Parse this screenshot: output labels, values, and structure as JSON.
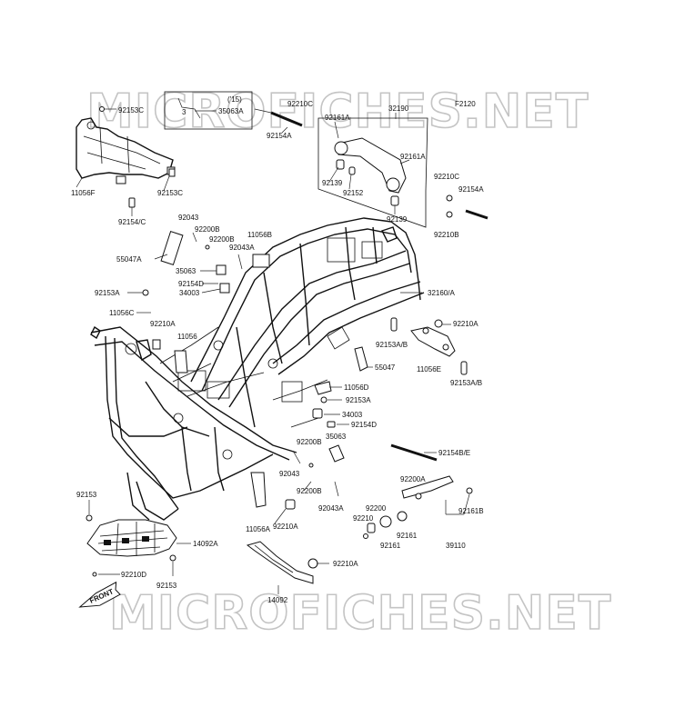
{
  "watermark": {
    "text": "MICROFICHES.NET"
  },
  "figure_code": "F2120",
  "inset": {
    "year": "('15)",
    "part": "35063A",
    "side": "3"
  },
  "part_group_1": "32190",
  "front_label": "FRONT",
  "labels": {
    "l92153C_top": "92153C",
    "l92210C_top": "92210C",
    "l92154A_top": "92154A",
    "l92161A_1": "92161A",
    "l92161A_2": "92161A",
    "l92139_1": "92139",
    "l92152": "92152",
    "l92139_2": "92139",
    "l92210C_r": "92210C",
    "l92154A_r": "92154A",
    "l92210B_r": "92210B",
    "l11056F": "11056F",
    "l92153C_l": "92153C",
    "l92154C": "92154/C",
    "l92043_1": "92043",
    "l92200B_1": "92200B",
    "l92200B_2": "92200B",
    "l11056B": "11056B",
    "l92043A_1": "92043A",
    "l55047A": "55047A",
    "l35063": "35063",
    "l92154D_1": "92154D",
    "l34003_1": "34003",
    "l92153A_l": "92153A",
    "l32160A": "32160/A",
    "l11056C": "11056C",
    "l92210A_1": "92210A",
    "l11056": "11056",
    "l92153AB_1": "92153A/B",
    "l92210A_2": "92210A",
    "l11056E": "11056E",
    "l92153AB_2": "92153A/B",
    "l55047": "55047",
    "l11056D": "11056D",
    "l92153A_m": "92153A",
    "l34003_2": "34003",
    "l92154D_2": "92154D",
    "l92200B_3": "92200B",
    "l35063_2": "35063",
    "l92154BE": "92154B/E",
    "l92043_2": "92043",
    "l92200B_4": "92200B",
    "l92200A": "92200A",
    "l92043A_2": "92043A",
    "l92200": "92200",
    "l92210": "92210",
    "l92161_1": "92161",
    "l92161_2": "92161",
    "l92161B": "92161B",
    "l39110": "39110",
    "l92153_l": "92153",
    "l11056A": "11056A",
    "l92210A_3": "92210A",
    "l14092A": "14092A",
    "l92210D": "92210D",
    "l92153_b": "92153",
    "l92210A_4": "92210A",
    "l14092": "14092"
  }
}
